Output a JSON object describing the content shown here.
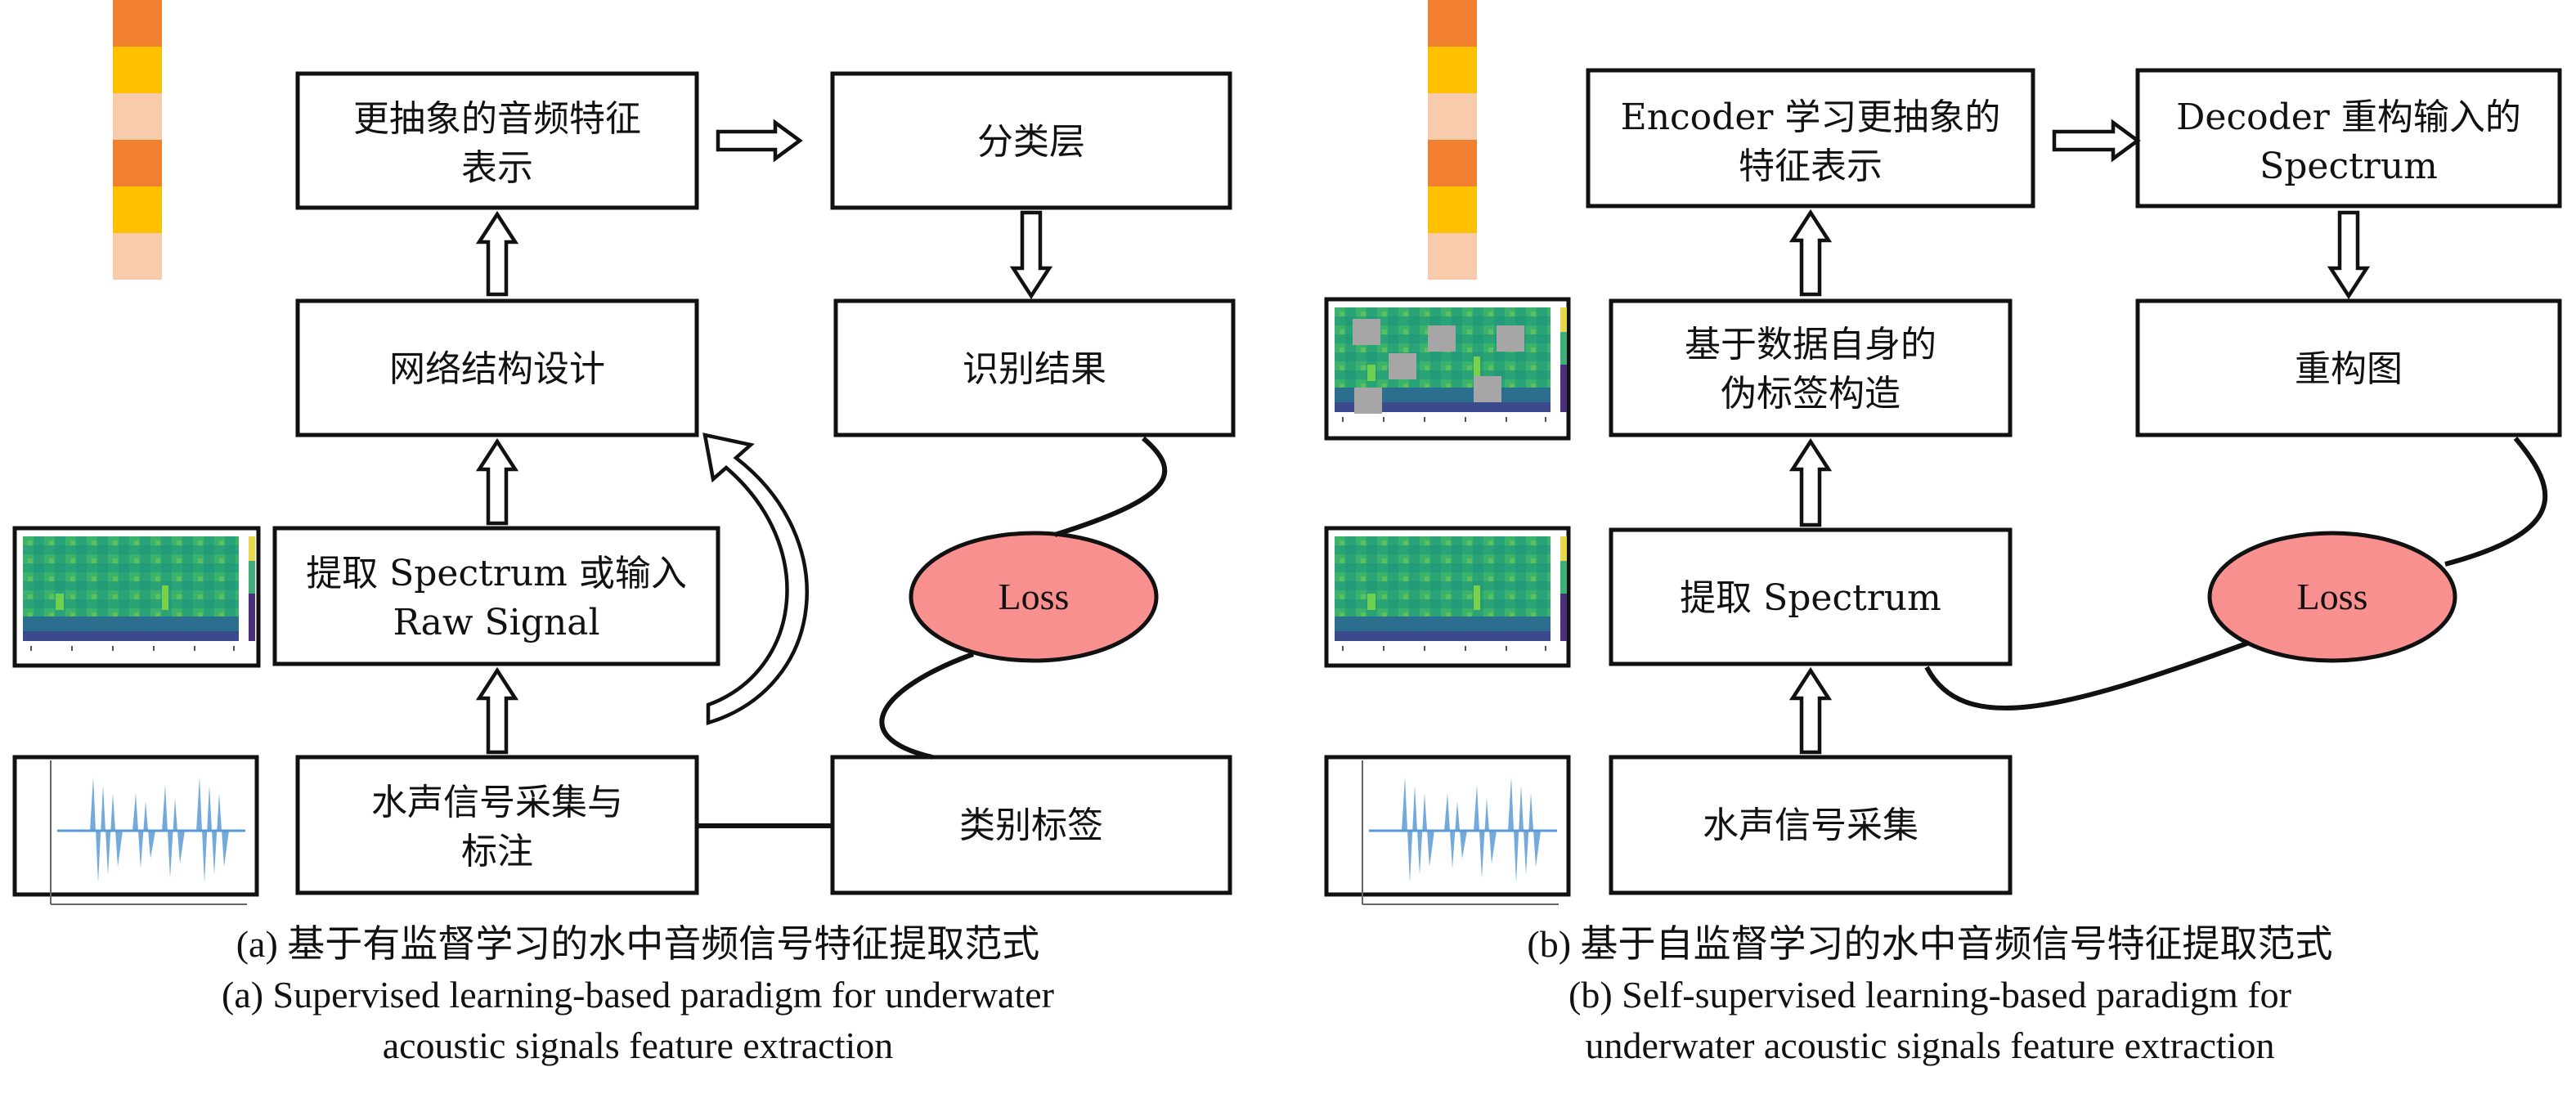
{
  "colors": {
    "strip": [
      "#f07f30",
      "#ffc000",
      "#f8cbad",
      "#f07f30",
      "#ffc000",
      "#f8cbad"
    ],
    "loss_fill": "#f89090",
    "spec_base": "#2aa376",
    "spec_mid": "#3bb36c",
    "spec_dark": "#2c6e8e",
    "wave": "#5b9bd5",
    "mask": "#a6a6a6"
  },
  "supervised": {
    "abstract_features": [
      "更抽象的音频特征",
      "表示"
    ],
    "classifier": "分类层",
    "network_design": "网络结构设计",
    "result": "识别结果",
    "extract": [
      "提取 Spectrum 或输入",
      "Raw Signal"
    ],
    "loss": "Loss",
    "collect": [
      "水声信号采集与",
      "标注"
    ],
    "label": "类别标签"
  },
  "self_supervised": {
    "encoder": [
      "Encoder 学习更抽象的",
      "特征表示"
    ],
    "decoder": [
      "Decoder 重构输入的",
      "Spectrum"
    ],
    "pseudo_label": [
      "基于数据自身的",
      "伪标签构造"
    ],
    "recon": "重构图",
    "extract": "提取 Spectrum",
    "loss": "Loss",
    "collect": "水声信号采集"
  },
  "captions": {
    "a_cn": "(a) 基于有监督学习的水中音频信号特征提取范式",
    "a_en1": "(a) Supervised learning-based paradigm for underwater",
    "a_en2": "acoustic signals feature extraction",
    "b_cn": "(b) 基于自监督学习的水中音频信号特征提取范式",
    "b_en1": "(b) Self-supervised learning-based paradigm for",
    "b_en2": "underwater acoustic signals feature extraction"
  }
}
